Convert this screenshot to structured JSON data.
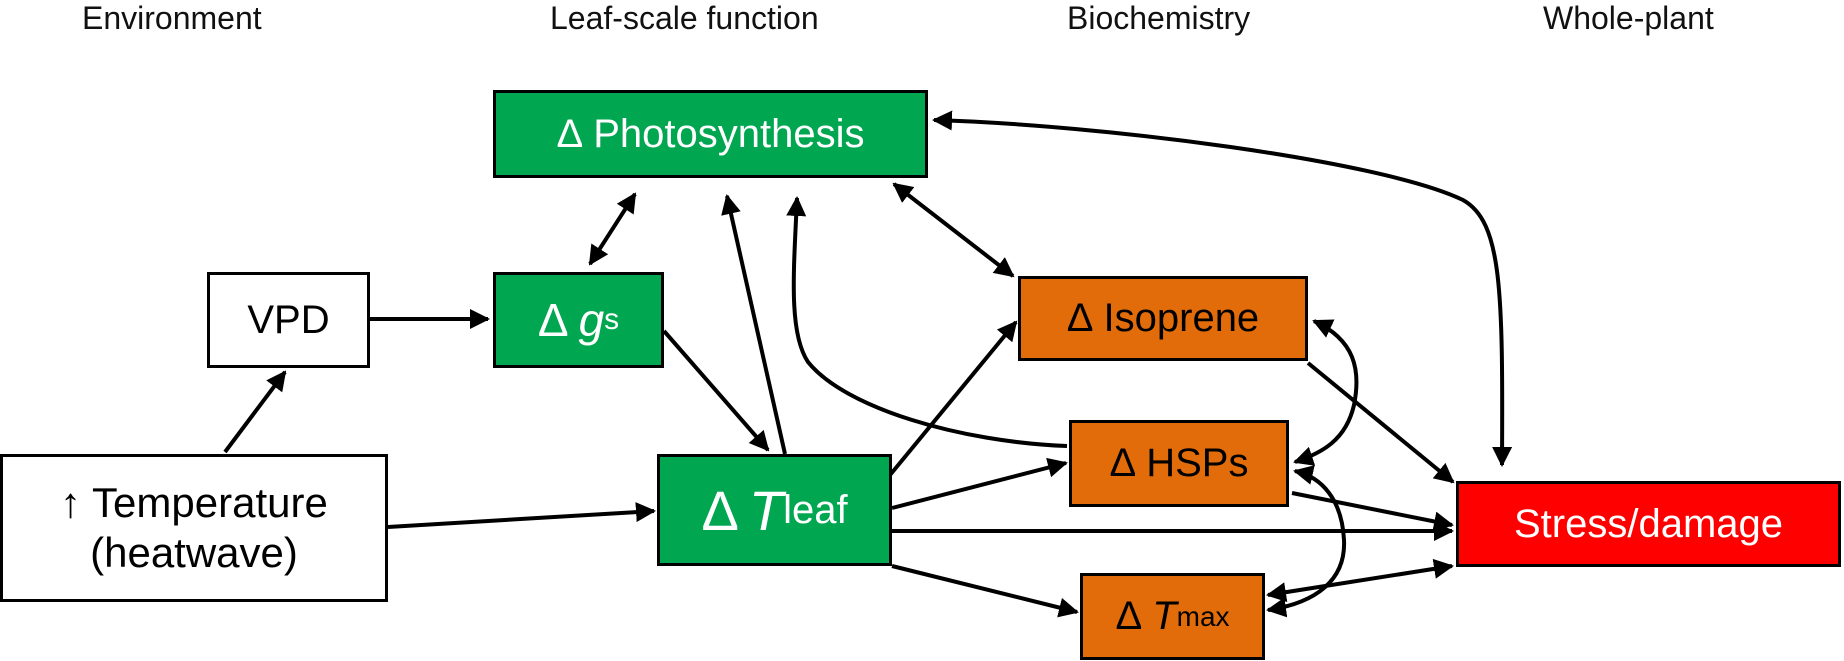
{
  "headers": {
    "environment": "Environment",
    "leaf_scale": "Leaf-scale function",
    "biochemistry": "Biochemistry",
    "whole_plant": "Whole-plant"
  },
  "nodes": {
    "photosynthesis": {
      "delta": "Δ",
      "label": "Photosynthesis"
    },
    "vpd": {
      "label": "VPD"
    },
    "gs": {
      "delta": "Δ",
      "main": "g",
      "sub": "s"
    },
    "temperature": {
      "line1": "↑ Temperature",
      "line2": "(heatwave)"
    },
    "tleaf": {
      "delta": "Δ",
      "main": "T",
      "sub": "leaf"
    },
    "isoprene": {
      "delta": "Δ",
      "label": "Isoprene"
    },
    "hsps": {
      "delta": "Δ",
      "label": "HSPs"
    },
    "tmax": {
      "delta": "Δ",
      "main": "T",
      "sub": "max"
    },
    "stress": {
      "label": "Stress/damage"
    }
  },
  "colors": {
    "green": "#00a650",
    "orange": "#e36c0a",
    "red": "#ff0000",
    "white": "#ffffff",
    "border": "#000000"
  }
}
